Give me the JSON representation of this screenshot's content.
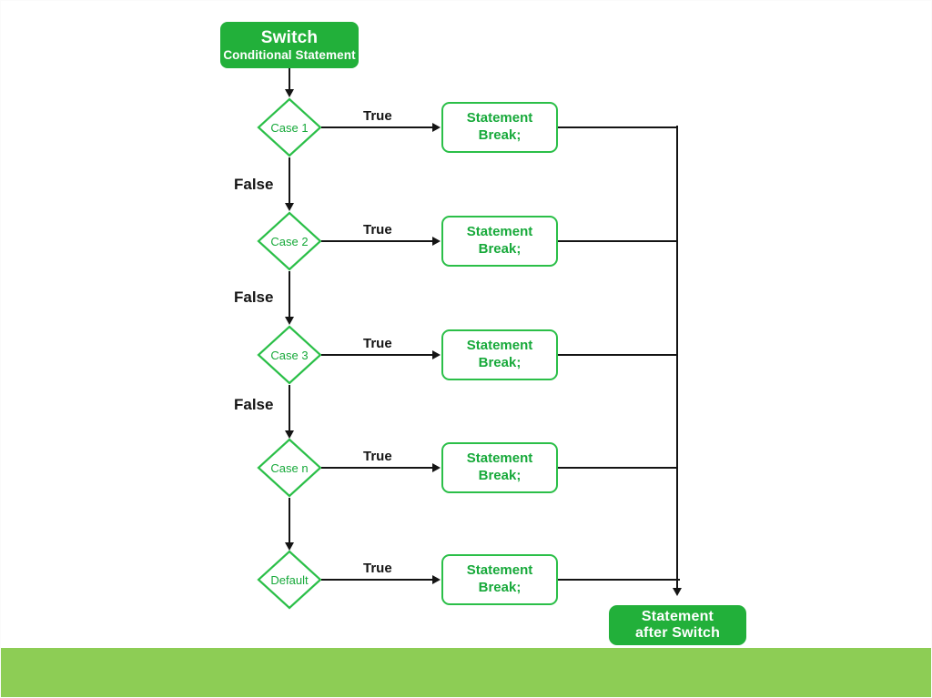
{
  "diagram": {
    "title_box": {
      "line1": "Switch",
      "line2": "Conditional Statement"
    },
    "end_box": {
      "line1": "Statement",
      "line2": "after Switch"
    },
    "statement_box": {
      "line1": "Statement",
      "line2": "Break;"
    },
    "labels": {
      "true": "True",
      "false": "False"
    },
    "decisions": [
      {
        "label": "Case 1",
        "true_label": "True",
        "false_label": "False"
      },
      {
        "label": "Case 2",
        "true_label": "True",
        "false_label": "False"
      },
      {
        "label": "Case 3",
        "true_label": "True",
        "false_label": "False"
      },
      {
        "label": "Case n",
        "true_label": "True",
        "false_label": ""
      },
      {
        "label": "Default",
        "true_label": "True",
        "false_label": ""
      }
    ],
    "branches": [
      {
        "line1": "Statement",
        "line2": "Break;"
      },
      {
        "line1": "Statement",
        "line2": "Break;"
      },
      {
        "line1": "Statement",
        "line2": "Break;"
      },
      {
        "line1": "Statement",
        "line2": "Break;"
      },
      {
        "line1": "Statement",
        "line2": "Break;"
      }
    ],
    "colors": {
      "solid_green": "#22b03a",
      "outline_green": "#2bbf48",
      "text_green": "#17a93a",
      "line_black": "#141414",
      "band_green": "#8dcd55",
      "background": "#ffffff"
    }
  }
}
